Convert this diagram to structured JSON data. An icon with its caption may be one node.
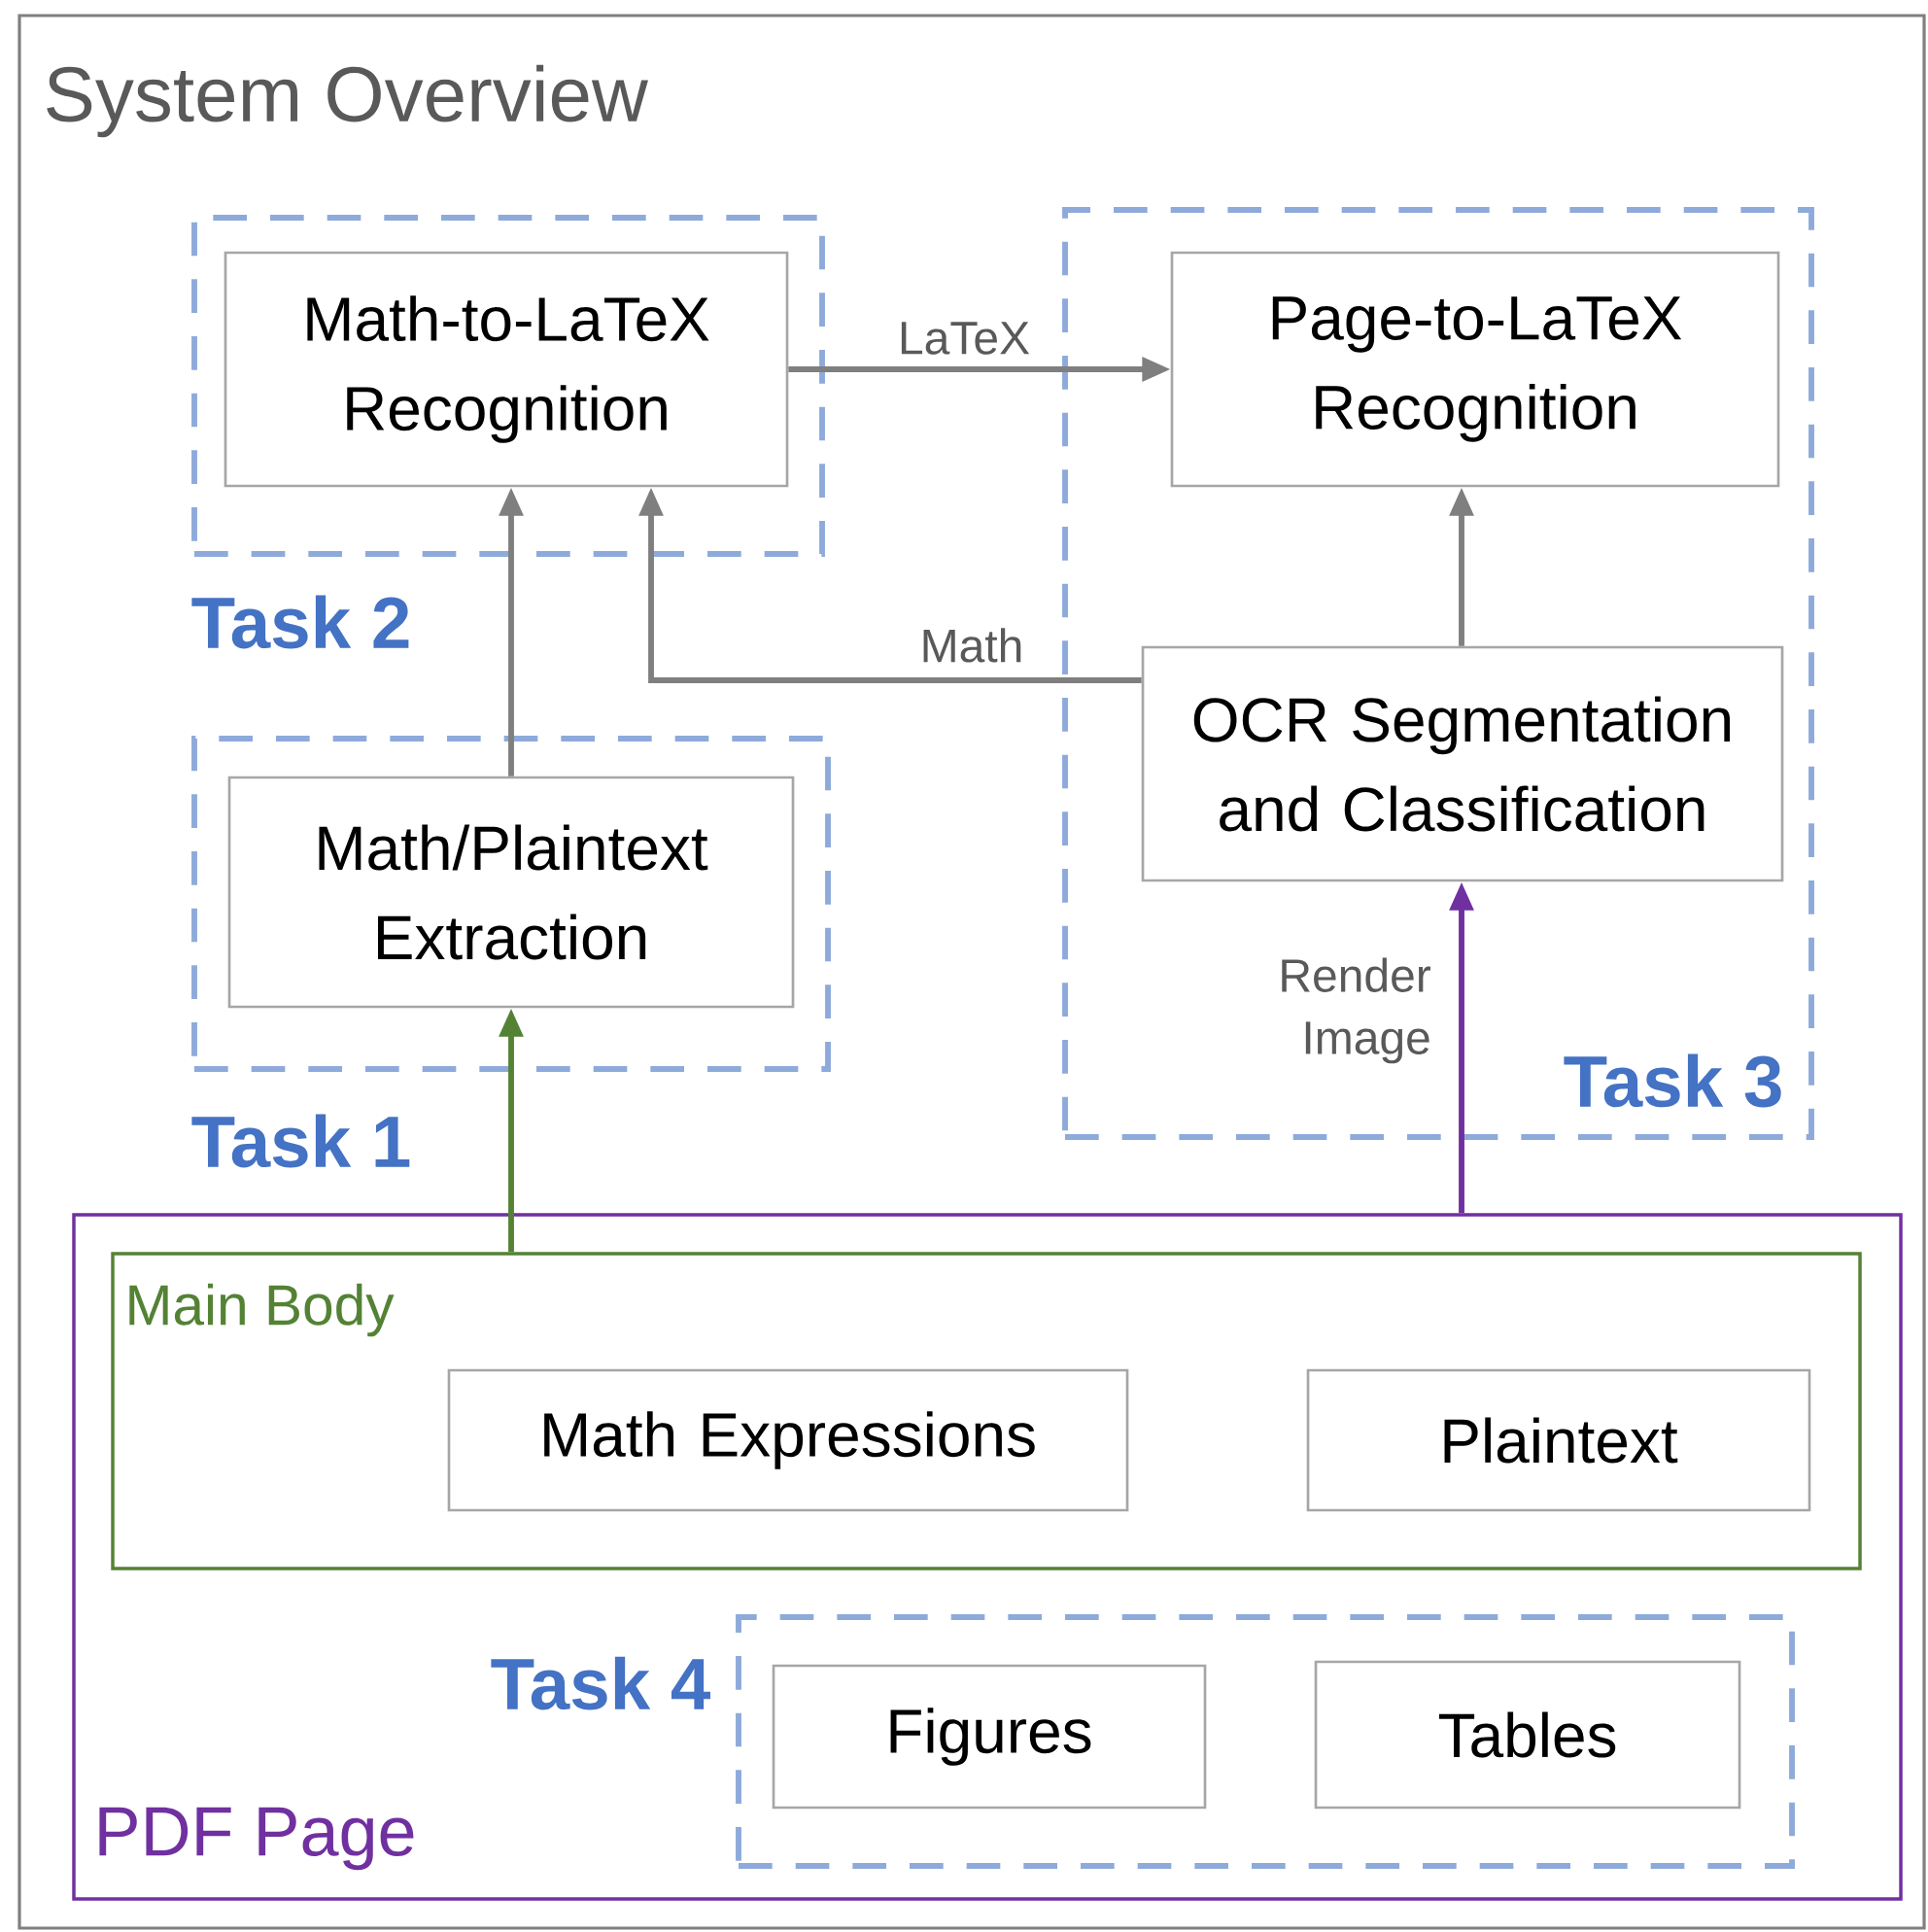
{
  "diagram": {
    "nodes": [
      {
        "text": [
          "System Overview"
        ]
      },
      {
        "text": [
          "Task 2"
        ],
        "in": 0
      },
      {
        "text": [
          "Math-to-LaTeX Recognition"
        ],
        "in": 1
      },
      {
        "text": [
          "Task 3"
        ],
        "in": 0
      },
      {
        "text": [
          "Page-to-LaTeX Recognition"
        ],
        "in": 3
      },
      {
        "text": [
          "OCR Segmentation and Classification"
        ],
        "in": 3
      },
      {
        "text": [
          "Task 1"
        ],
        "in": 0
      },
      {
        "text": [
          "Math/Plaintext Extraction"
        ],
        "in": 6
      },
      {
        "text": [
          "PDF Page"
        ],
        "in": 0
      },
      {
        "text": [
          "Main Body"
        ],
        "in": 8
      },
      {
        "text": [
          "Math Expressions"
        ],
        "in": 9
      },
      {
        "text": [
          "Plaintext"
        ],
        "in": 9
      },
      {
        "text": [
          "Task 4"
        ],
        "in": 8
      },
      {
        "text": [
          "Figures"
        ],
        "in": 12
      },
      {
        "text": [
          "Tables"
        ],
        "in": 12
      }
    ],
    "edges": [
      {
        "from": 2,
        "to": 4,
        "arrow": "to",
        "label": "LaTeX"
      },
      {
        "from": 5,
        "to": 4,
        "arrow": "to"
      },
      {
        "from": 5,
        "to": 2,
        "arrow": "to",
        "label": "Math"
      },
      {
        "from": 7,
        "to": 2,
        "arrow": "to"
      },
      {
        "from": 9,
        "to": 7,
        "arrow": "to",
        "color": "#548235"
      },
      {
        "from": 8,
        "to": 5,
        "arrow": "to",
        "label": "Render Image",
        "color": "#7030a0"
      }
    ]
  }
}
